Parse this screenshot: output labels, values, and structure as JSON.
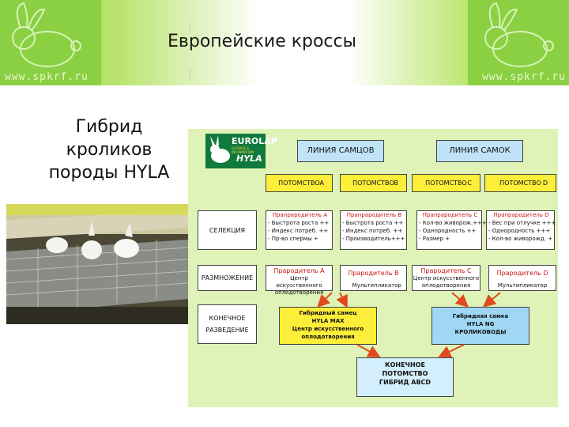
{
  "header": {
    "title": "Европейские кроссы",
    "watermark_left": "www.spkrf.ru",
    "watermark_right": "www.spkrf.ru"
  },
  "subtitle": [
    "Гибрид",
    "кроликов",
    "породы HYLA"
  ],
  "logo": {
    "brand": "EUROLAP",
    "tagline": "ELEVAGE & INFORMATION",
    "sub": "HYLA"
  },
  "diagram": {
    "lines": {
      "males": "ЛИНИЯ САМЦОВ",
      "females": "ЛИНИЯ САМОК"
    },
    "offspring": [
      {
        "label": "ПОТОМСТВО",
        "letter": "А"
      },
      {
        "label": "ПОТОМСТВО",
        "letter": "В"
      },
      {
        "label": "ПОТОМСТВО",
        "letter": "С"
      },
      {
        "label": "ПОТОМСТВО",
        "letter": "D"
      }
    ],
    "stages": {
      "selection": "СЕЛЕКЦИЯ",
      "breeding": "РАЗМНОЖЕНИЕ",
      "final_1": "КОНЕЧНОЕ",
      "final_2": "РАЗВЕДЕНИЕ"
    },
    "great_grandparents": [
      {
        "name": "Прапрародитель А",
        "traits": [
          "- Быстрота роста ++",
          "- Индекс потреб. ++",
          "- Пр-во спермы +"
        ]
      },
      {
        "name": "Прапрародитель В",
        "traits": [
          "- Быстрота роста ++",
          "- Индекс потреб. ++",
          "- Производитель+++"
        ]
      },
      {
        "name": "Прапрародитель С",
        "traits": [
          "- Кол-во живорож.+++",
          "- Однородность ++",
          "- Размер +"
        ]
      },
      {
        "name": "Прапрародитель D",
        "traits": [
          "- Вес при отлучке +++",
          "- Однородность +++",
          "- Кол-во живорожд. +"
        ]
      }
    ],
    "grandparents": [
      {
        "name": "Прародитель А",
        "place": [
          "Центр искусственного",
          "оплодотворения"
        ]
      },
      {
        "name": "Прародитель В",
        "place": [
          "Мультипликатор"
        ]
      },
      {
        "name": "Прародитель С",
        "place": [
          "Центр искусственного",
          "оплодотворения"
        ]
      },
      {
        "name": "Прародитель D",
        "place": [
          "Мультипликатор"
        ]
      }
    ],
    "hybrid_male": [
      "Гибридный самец",
      "HYLA MAX",
      "Центр искусственного",
      "оплодотворения"
    ],
    "hybrid_female": [
      "Гибридная самка",
      "HYLA NG",
      "КРОЛИКОВОДЫ"
    ],
    "final": [
      "КОНЕЧНОЕ",
      "ПОТОМСТВО",
      "ГИБРИД АВСD"
    ],
    "colors": {
      "header_box": "#bfe3f7",
      "offspring_box": "#fdee3a",
      "arrow": "#e04a1c",
      "background": "#dff3b8"
    }
  }
}
